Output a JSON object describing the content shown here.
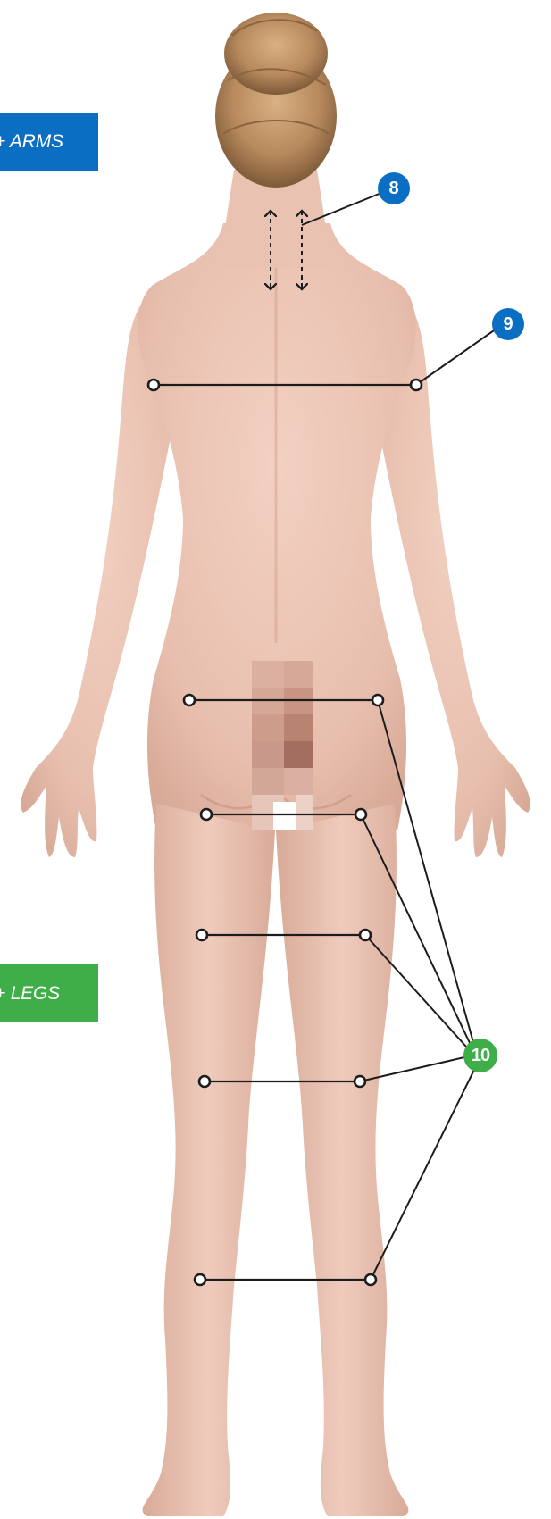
{
  "tabs": {
    "arms": {
      "label": "+ ARMS",
      "color": "#0a6fc2"
    },
    "legs": {
      "label": "+ LEGS",
      "color": "#3fae49"
    }
  },
  "badges": {
    "b8": {
      "label": "8",
      "color": "#0a6fc2"
    },
    "b9": {
      "label": "9",
      "color": "#0a6fc2"
    },
    "b10": {
      "label": "10",
      "color": "#3fae49"
    }
  },
  "colors": {
    "skin": "#ebc3b3",
    "skin_shadow": "#d9a995",
    "hair": "#b88a5e",
    "line": "#1c1c1c"
  },
  "figure": {
    "description_icon": "female-body-back-view",
    "censor": "pixelated"
  }
}
